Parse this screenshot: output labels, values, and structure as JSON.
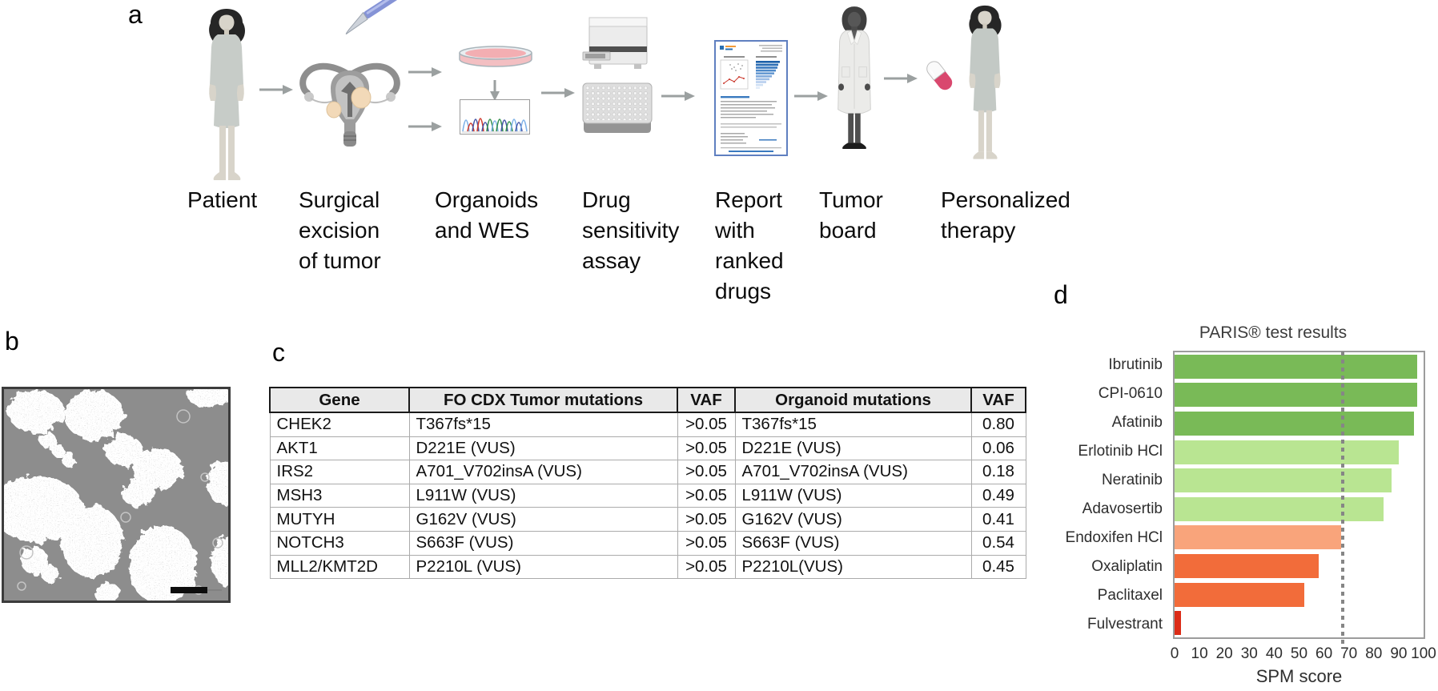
{
  "panel_a": {
    "label": "a",
    "icons": [
      "patient-icon",
      "scalpel-icon",
      "uterus-icon",
      "petri-dish-icon",
      "sequencing-trace-icon",
      "plate-reader-icon",
      "well-plate-icon",
      "report-icon",
      "doctor-icon",
      "pill-icon"
    ],
    "steps": [
      {
        "name": "patient",
        "lines": [
          "Patient"
        ]
      },
      {
        "name": "surgical-excision",
        "lines": [
          "Surgical",
          "excision",
          "of tumor"
        ]
      },
      {
        "name": "organoids-wes",
        "lines": [
          "Organoids",
          "and WES"
        ]
      },
      {
        "name": "drug-sensitivity-assay",
        "lines": [
          "Drug",
          "sensitivity",
          "assay"
        ]
      },
      {
        "name": "report-ranked-drugs",
        "lines": [
          "Report",
          "with",
          "ranked",
          "drugs"
        ]
      },
      {
        "name": "tumor-board",
        "lines": [
          "Tumor",
          "board"
        ]
      },
      {
        "name": "personalized-therapy",
        "lines": [
          "Personalized",
          "therapy"
        ]
      }
    ]
  },
  "panel_b": {
    "label": "b",
    "image": "organoid-micrograph"
  },
  "panel_c": {
    "label": "c",
    "table": {
      "headers": [
        "Gene",
        "FO CDX Tumor mutations",
        "VAF",
        "Organoid mutations",
        "VAF"
      ],
      "rows": [
        [
          "CHEK2",
          "T367fs*15",
          ">0.05",
          "T367fs*15",
          "0.80"
        ],
        [
          "AKT1",
          "D221E (VUS)",
          ">0.05",
          "D221E (VUS)",
          "0.06"
        ],
        [
          "IRS2",
          "A701_V702insA (VUS)",
          ">0.05",
          "A701_V702insA (VUS)",
          "0.18"
        ],
        [
          "MSH3",
          "L911W (VUS)",
          ">0.05",
          "L911W (VUS)",
          "0.49"
        ],
        [
          "MUTYH",
          "G162V (VUS)",
          ">0.05",
          "G162V (VUS)",
          "0.41"
        ],
        [
          "NOTCH3",
          "S663F (VUS)",
          ">0.05",
          "S663F (VUS)",
          "0.54"
        ],
        [
          "MLL2/KMT2D",
          "P2210L (VUS)",
          ">0.05",
          "P2210L(VUS)",
          "0.45"
        ]
      ]
    }
  },
  "panel_d": {
    "label": "d",
    "chart_data": {
      "type": "bar",
      "orientation": "horizontal",
      "title": "PARIS® test results",
      "xlabel": "SPM score",
      "xlim": [
        0,
        100
      ],
      "xticks": [
        0,
        10,
        20,
        30,
        40,
        50,
        60,
        70,
        80,
        90,
        100
      ],
      "categories": [
        "Ibrutinib",
        "CPI-0610",
        "Afatinib",
        "Erlotinib HCl",
        "Neratinib",
        "Adavosertib",
        "Endoxifen HCl",
        "Oxaliplatin",
        "Paclitaxel",
        "Fulvestrant"
      ],
      "values": [
        97.5,
        97.5,
        96,
        90,
        87,
        84,
        67,
        58,
        52,
        2.7
      ],
      "bar_colors": [
        "#79ba57",
        "#79ba57",
        "#79ba57",
        "#b9e592",
        "#b9e592",
        "#b9e592",
        "#f9a47b",
        "#f26c3a",
        "#f26c3a",
        "#dc2c17"
      ],
      "threshold_line": {
        "value": 67.5,
        "style": "dotted",
        "color": "#868686"
      },
      "grid": false,
      "legend": null
    }
  }
}
